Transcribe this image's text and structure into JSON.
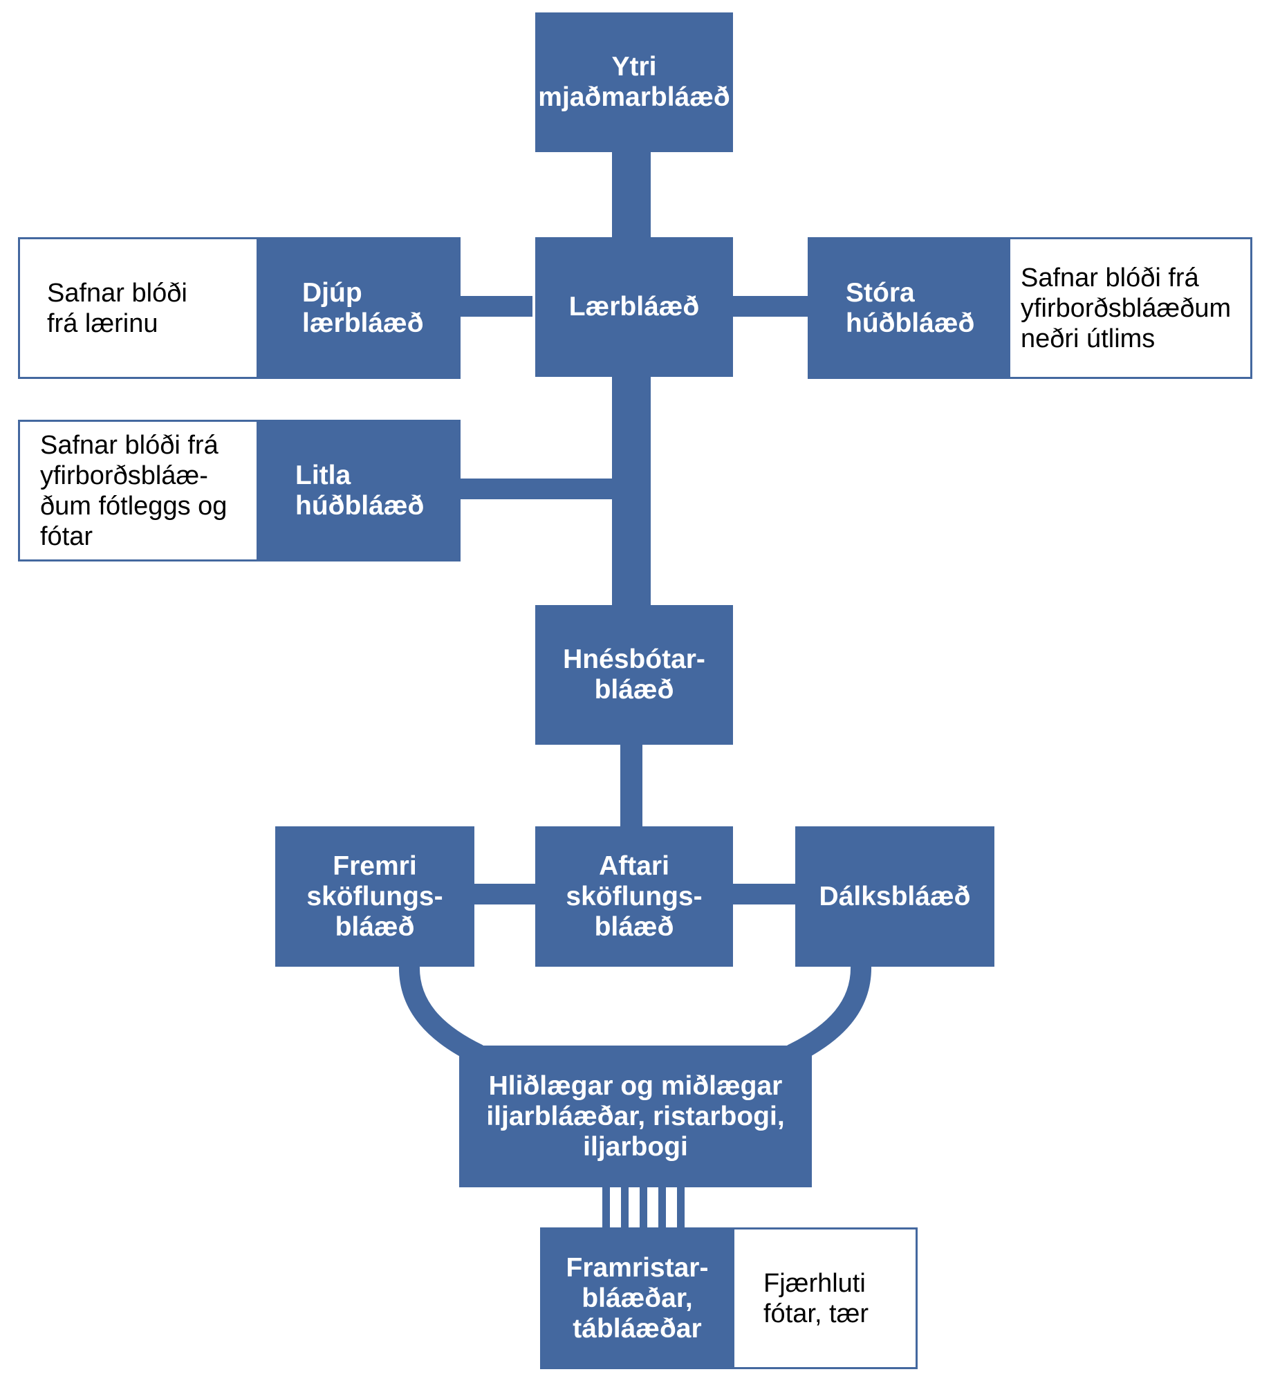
{
  "colors": {
    "box_fill": "#44689f",
    "box_text": "#ffffff",
    "description_text": "#000000",
    "connector": "#44689f"
  },
  "nodes": {
    "ytri": "Ytri\nmjaðmarbláæð",
    "laer": "Lærbláæð",
    "djup": "Djúp\nlærbláæð",
    "stora": "Stóra\nhúðbláæð",
    "litla": "Litla\nhúðbláæð",
    "hnes": "Hnésbótar-\nbláæð",
    "fremri": "Fremri\nsköflungs-\nbláæð",
    "aftari": "Aftari\nsköflungs-\nbláæð",
    "dalk": "Dálksbláæð",
    "ilj": "Hliðlægar og miðlægar\niljarbláæðar, ristarbogi,\niljarbogi",
    "fram": "Framristar-\nbláæðar,\ntábláæðar"
  },
  "descriptions": {
    "djup": "Safnar blóði\nfrá lærinu",
    "stora": "Safnar blóði frá\nyfirborðsbláæðum\nneðri útlims",
    "litla": "Safnar blóði frá\nyfirborðsbláæ-\nðum fótleggs og\nfótar",
    "fram": "Fjærhluti\nfótar, tær"
  }
}
